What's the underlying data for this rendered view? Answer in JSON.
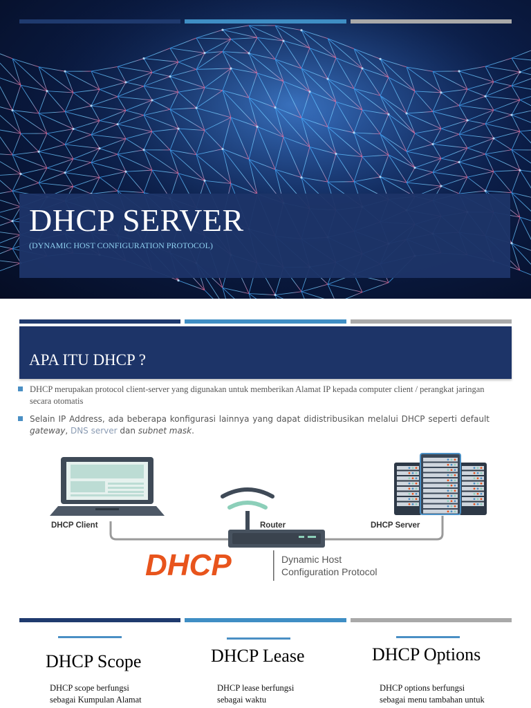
{
  "slide1": {
    "title": "DHCP SERVER",
    "subtitle": "(DYNAMIC HOST CONFIGURATION PROTOCOL)"
  },
  "slide2": {
    "heading": "APA ITU DHCP ?",
    "bullet1": "DHCP merupakan protocol client-server yang digunakan untuk memberikan Alamat  IP kepada computer client / perangkat jaringan secara otomatis",
    "bullet2": {
      "text_a": "Selain IP Address, ada beberapa konfigurasi lainnya yang dapat didistribusikan melalui DHCP seperti default ",
      "gateway": "gateway",
      "comma": ", ",
      "dns": "DNS server",
      "dan": " dan ",
      "subnet": "subnet mask",
      "end": "."
    },
    "diagram": {
      "client_label": "DHCP Client",
      "router_label": "Router",
      "server_label": "DHCP Server",
      "logo_text": "DHCP",
      "logo_line1": "Dynamic Host",
      "logo_line2": "Configuration Protocol"
    }
  },
  "slide3": {
    "columns": [
      {
        "title": "DHCP Scope",
        "line1": "DHCP scope berfungsi",
        "line2": "sebagai Kumpulan Alamat"
      },
      {
        "title": "DHCP Lease",
        "line1": "DHCP lease berfungsi",
        "line2": "sebagai waktu"
      },
      {
        "title": "DHCP Options",
        "line1": "DHCP options berfungsi",
        "line2": "sebagai menu tambahan untuk"
      }
    ]
  },
  "colors": {
    "navy": "#1d3468",
    "blue_accent": "#4a8fc4",
    "grey_bar": "#a9a9a9",
    "dhcp_orange": "#e8541c",
    "subtitle_cyan": "#8fd0f0"
  }
}
